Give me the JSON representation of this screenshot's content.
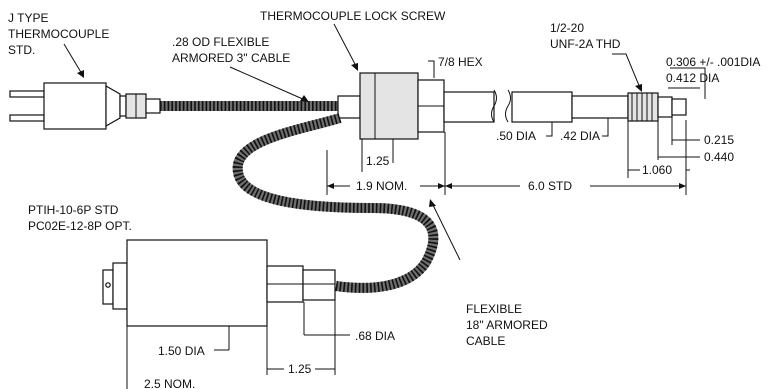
{
  "labels": {
    "j_type": [
      "J TYPE",
      "THERMOCOUPLE",
      "STD."
    ],
    "lock_screw": "THERMOCOUPLE LOCK SCREW",
    "armored_cable": [
      ".28 OD FLEXIBLE",
      "ARMORED 3\" CABLE"
    ],
    "hex": "7/8 HEX",
    "thread": [
      "1/2-20",
      "UNF-2A THD"
    ],
    "tip_dia": "0.306 +/- .001DIA",
    "tip_dia2": "0.412 DIA",
    "dia_50": ".50 DIA",
    "dia_42": ".42 DIA",
    "dim_0215": "0.215",
    "dim_0440": "0.440",
    "dim_1060": "1.060",
    "dim_125_top": "1.25",
    "dim_19": "1.9 NOM.",
    "dim_60": "6.0 STD",
    "connector": [
      "PTIH-10-6P STD",
      "PC02E-12-8P OPT."
    ],
    "dia_150": "1.50 DIA",
    "dia_68": ".68 DIA",
    "dim_125_bottom": "1.25",
    "dim_25": "2.5 NOM.",
    "flex_cable": [
      "FLEXIBLE",
      "18\" ARMORED",
      "CABLE"
    ]
  }
}
